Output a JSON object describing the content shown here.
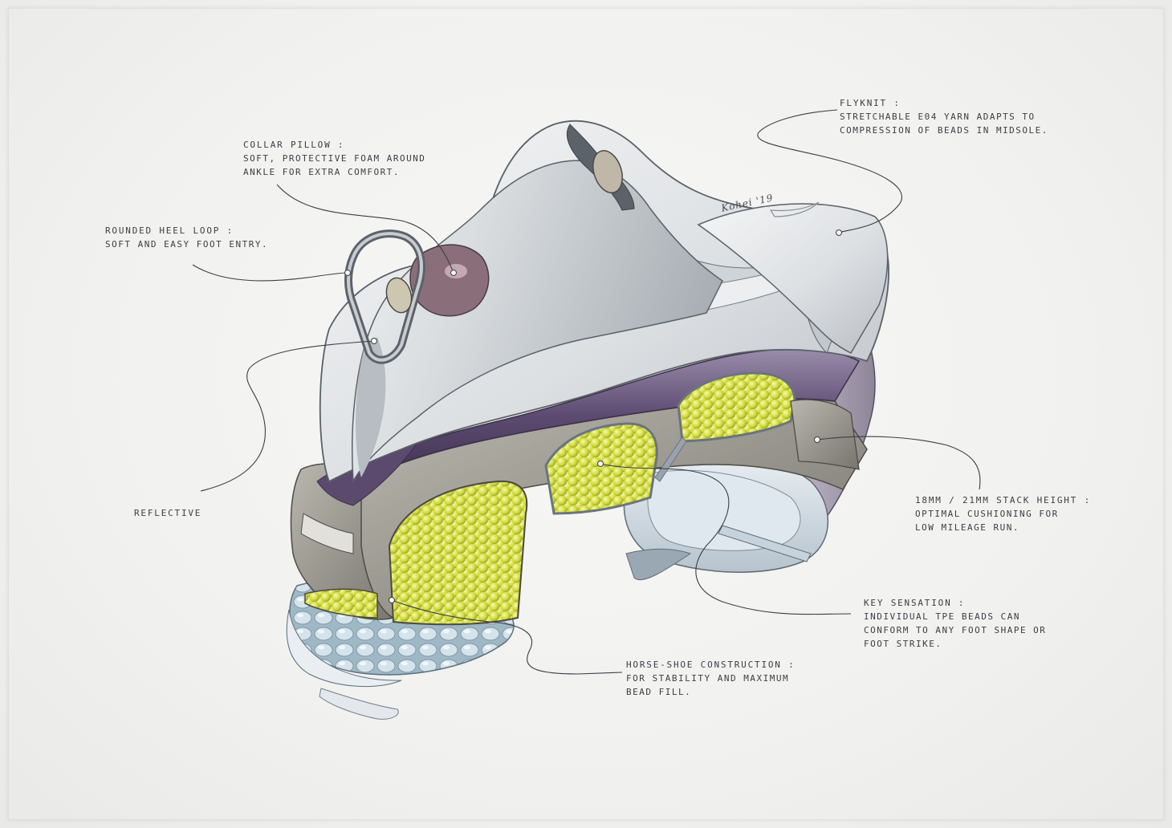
{
  "annotations": {
    "flyknit": {
      "title": "Flyknit :",
      "body": "Stretchable E04 Yarn adapts to\ncompression of beads in midsole."
    },
    "collar_pillow": {
      "title": "Collar Pillow :",
      "body": "Soft, Protective Foam Around\nAnkle for extra comfort."
    },
    "heel_loop": {
      "title": "Rounded Heel Loop :",
      "body": "Soft and easy foot entry."
    },
    "reflective": {
      "title": "Reflective"
    },
    "stack_height": {
      "title": "18mm / 21mm Stack Height :",
      "body": "Optimal cushioning for\nLow mileage run."
    },
    "key_sensation": {
      "title": "Key Sensation :",
      "body": "Individual TPE beads can\nconform to any foot shape or\nfoot strike."
    },
    "horseshoe": {
      "title": "Horse-Shoe construction :",
      "body": "For stability and maximum\nBead fill."
    }
  },
  "signature": "Kohei '19",
  "colors": {
    "paper": "#f3f3f1",
    "ink": "#3d3d45",
    "upper": "#e4e6e8",
    "midsole_purple": "#5b4a6e",
    "bead_yellow": "#d6e04a",
    "foam_grey": "#8f8d86",
    "outsole_blue": "#a9c3cf"
  }
}
